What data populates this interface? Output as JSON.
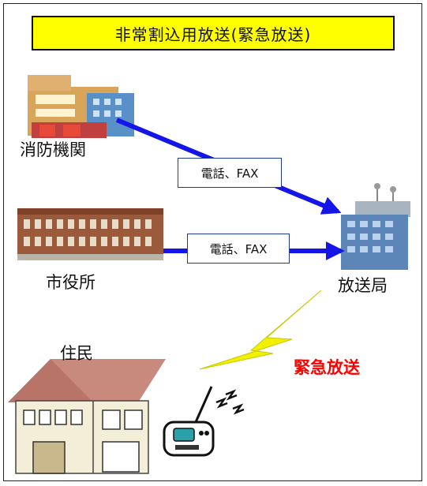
{
  "title": "非常割込用放送(緊急放送)",
  "nodes": {
    "fire_department": "消防機関",
    "city_hall": "市役所",
    "broadcast_station": "放送局",
    "residents": "住民"
  },
  "links": {
    "fire_to_station": "電話、FAX",
    "city_to_station": "電話、FAX"
  },
  "emergency_label": "緊急放送",
  "colors": {
    "title_bg": "#ffff00",
    "arrow": "#1515e8",
    "lightning": "#f0f000",
    "emergency_text": "#ff0000"
  }
}
